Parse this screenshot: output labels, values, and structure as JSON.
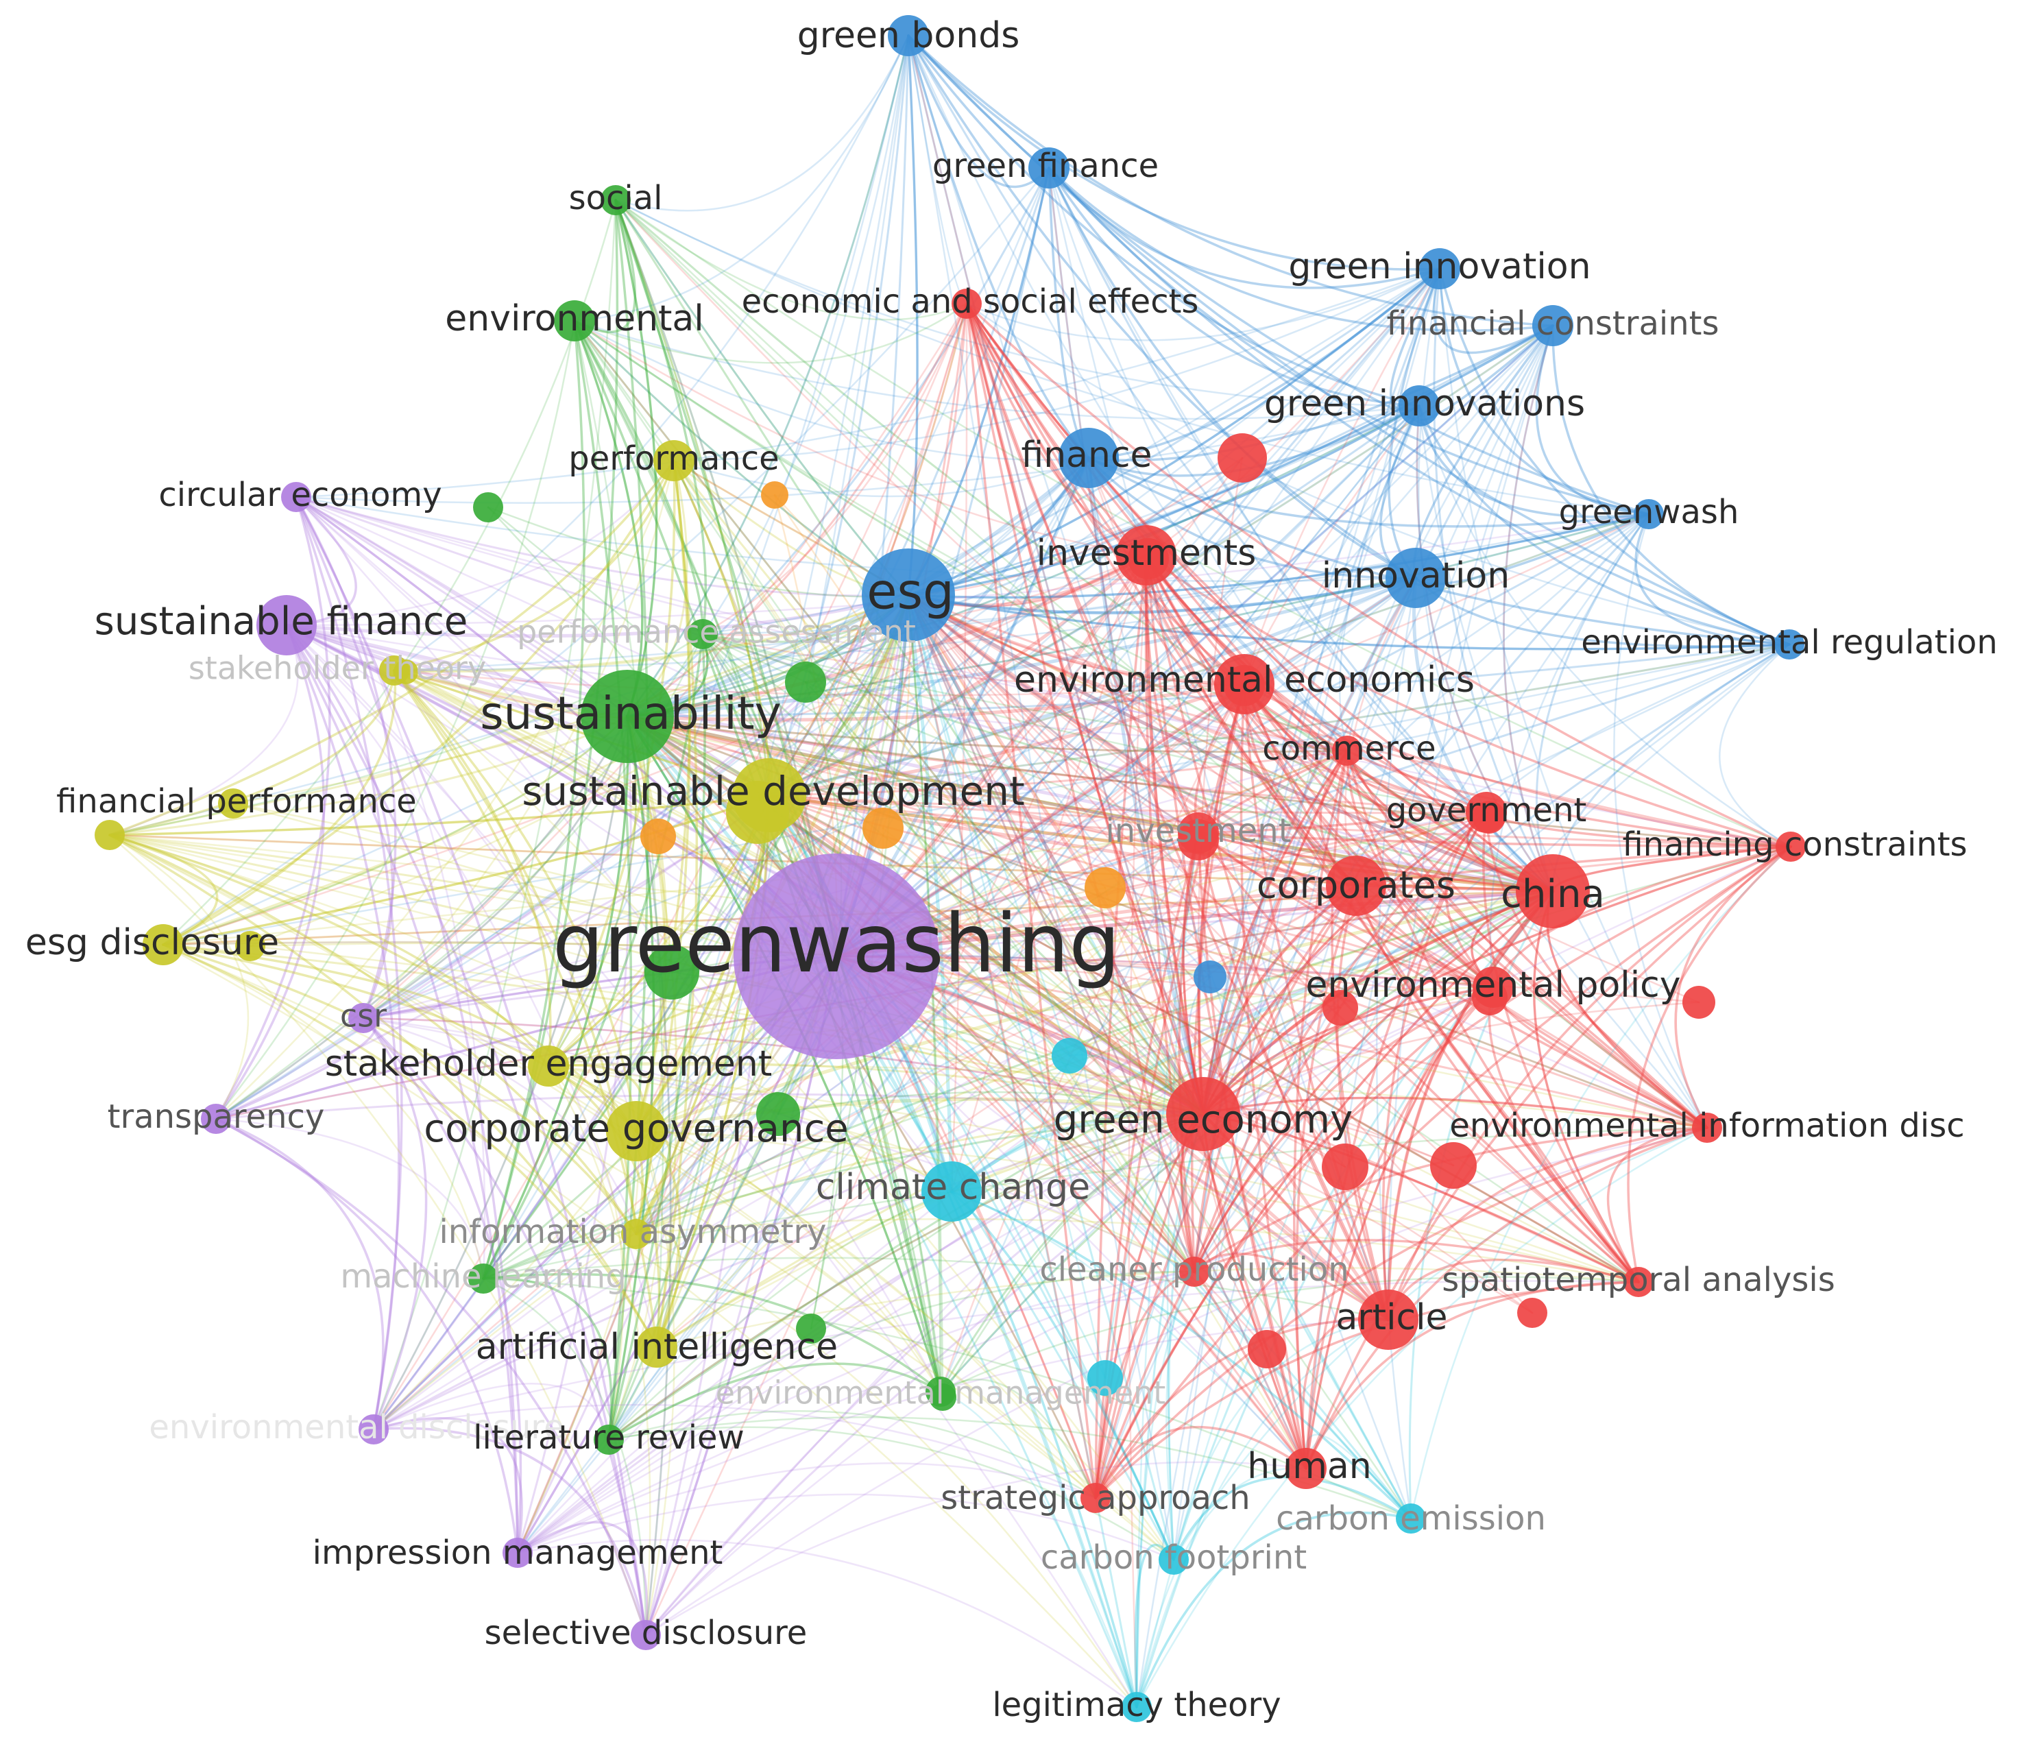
{
  "colors": {
    "red": "#ef4444",
    "blue": "#3d8fd6",
    "green": "#3aad3a",
    "yellow": "#c8c82a",
    "purple": "#b07ee0",
    "cyan": "#2ec4dc",
    "orange": "#f59a2a"
  },
  "nodes": [
    {
      "id": "greenwashing",
      "label": "greenwashing",
      "cluster": "purple",
      "weight": 10,
      "tone": "dark"
    },
    {
      "id": "esg",
      "label": "esg",
      "cluster": "blue",
      "weight": 6,
      "tone": "dark"
    },
    {
      "id": "sustainability",
      "label": "sustainability",
      "cluster": "green",
      "weight": 6,
      "tone": "dark"
    },
    {
      "id": "sustainable-development",
      "label": "sustainable development",
      "cluster": "yellow",
      "weight": 5,
      "tone": "dark"
    },
    {
      "id": "sustainable-finance",
      "label": "sustainable finance",
      "cluster": "purple",
      "weight": 4,
      "tone": "dark"
    },
    {
      "id": "china",
      "label": "china",
      "cluster": "red",
      "weight": 5,
      "tone": "dark"
    },
    {
      "id": "green-economy",
      "label": "green economy",
      "cluster": "red",
      "weight": 5,
      "tone": "dark"
    },
    {
      "id": "corporates",
      "label": "corporates",
      "cluster": "red",
      "weight": 4,
      "tone": "dark"
    },
    {
      "id": "environmental-economics",
      "label": "environmental economics",
      "cluster": "red",
      "weight": 4,
      "tone": "dark"
    },
    {
      "id": "finance",
      "label": "finance",
      "cluster": "blue",
      "weight": 4,
      "tone": "dark"
    },
    {
      "id": "innovation",
      "label": "innovation",
      "cluster": "blue",
      "weight": 4,
      "tone": "dark"
    },
    {
      "id": "investments",
      "label": "investments",
      "cluster": "red",
      "weight": 4,
      "tone": "dark"
    },
    {
      "id": "green-bonds",
      "label": "green bonds",
      "cluster": "blue",
      "weight": 3,
      "tone": "dark"
    },
    {
      "id": "green-finance",
      "label": "green finance",
      "cluster": "blue",
      "weight": 3,
      "tone": "dark"
    },
    {
      "id": "green-innovation",
      "label": "green innovation",
      "cluster": "blue",
      "weight": 3,
      "tone": "dark"
    },
    {
      "id": "financial-constraints",
      "label": "financial constraints",
      "cluster": "blue",
      "weight": 3,
      "tone": "mid"
    },
    {
      "id": "green-innovations",
      "label": "green innovations",
      "cluster": "blue",
      "weight": 3,
      "tone": "dark"
    },
    {
      "id": "greenwash",
      "label": "greenwash",
      "cluster": "blue",
      "weight": 2,
      "tone": "dark"
    },
    {
      "id": "environmental-regulation",
      "label": "environmental regulation",
      "cluster": "blue",
      "weight": 2,
      "tone": "dark"
    },
    {
      "id": "social",
      "label": "social",
      "cluster": "green",
      "weight": 2,
      "tone": "dark"
    },
    {
      "id": "environmental",
      "label": "environmental",
      "cluster": "green",
      "weight": 3,
      "tone": "dark"
    },
    {
      "id": "economic-and-social-effects",
      "label": "economic and social effects",
      "cluster": "red",
      "weight": 2,
      "tone": "dark"
    },
    {
      "id": "performance",
      "label": "performance",
      "cluster": "yellow",
      "weight": 3,
      "tone": "dark"
    },
    {
      "id": "circular-economy",
      "label": "circular economy",
      "cluster": "purple",
      "weight": 2,
      "tone": "dark"
    },
    {
      "id": "performance-assessment",
      "label": "performance assessment",
      "cluster": "green",
      "weight": 2,
      "tone": "faint"
    },
    {
      "id": "stakeholder-theory",
      "label": "stakeholder theory",
      "cluster": "yellow",
      "weight": 2,
      "tone": "faint"
    },
    {
      "id": "financial-performance",
      "label": "financial performance",
      "cluster": "yellow",
      "weight": 2,
      "tone": "dark"
    },
    {
      "id": "esg-disclosure",
      "label": "esg disclosure",
      "cluster": "yellow",
      "weight": 3,
      "tone": "dark"
    },
    {
      "id": "csr",
      "label": "csr",
      "cluster": "purple",
      "weight": 2,
      "tone": "mid"
    },
    {
      "id": "stakeholder-engagement",
      "label": "stakeholder engagement",
      "cluster": "yellow",
      "weight": 3,
      "tone": "dark"
    },
    {
      "id": "transparency",
      "label": "transparency",
      "cluster": "purple",
      "weight": 2,
      "tone": "mid"
    },
    {
      "id": "corporate-governance",
      "label": "corporate governance",
      "cluster": "yellow",
      "weight": 4,
      "tone": "dark"
    },
    {
      "id": "information-asymmetry",
      "label": "information asymmetry",
      "cluster": "yellow",
      "weight": 2,
      "tone": "light"
    },
    {
      "id": "machine-learning",
      "label": "machine learning",
      "cluster": "green",
      "weight": 2,
      "tone": "faint"
    },
    {
      "id": "artificial-intelligence",
      "label": "artificial intelligence",
      "cluster": "yellow",
      "weight": 3,
      "tone": "dark"
    },
    {
      "id": "environmental-disclosure",
      "label": "environmental disclosure",
      "cluster": "purple",
      "weight": 2,
      "tone": "vfaint"
    },
    {
      "id": "literature-review",
      "label": "literature review",
      "cluster": "green",
      "weight": 2,
      "tone": "dark"
    },
    {
      "id": "impression-management",
      "label": "impression management",
      "cluster": "purple",
      "weight": 2,
      "tone": "dark"
    },
    {
      "id": "selective-disclosure",
      "label": "selective disclosure",
      "cluster": "purple",
      "weight": 2,
      "tone": "dark"
    },
    {
      "id": "legitimacy-theory",
      "label": "legitimacy theory",
      "cluster": "cyan",
      "weight": 2,
      "tone": "dark"
    },
    {
      "id": "climate-change",
      "label": "climate change",
      "cluster": "cyan",
      "weight": 4,
      "tone": "mid"
    },
    {
      "id": "environmental-management",
      "label": "environmental management",
      "cluster": "green",
      "weight": 2,
      "tone": "faint"
    },
    {
      "id": "strategic-approach",
      "label": "strategic approach",
      "cluster": "red",
      "weight": 2,
      "tone": "mid"
    },
    {
      "id": "carbon-footprint",
      "label": "carbon footprint",
      "cluster": "cyan",
      "weight": 2,
      "tone": "light"
    },
    {
      "id": "carbon-emission",
      "label": "carbon emission",
      "cluster": "cyan",
      "weight": 2,
      "tone": "light"
    },
    {
      "id": "human",
      "label": "human",
      "cluster": "red",
      "weight": 3,
      "tone": "dark"
    },
    {
      "id": "article",
      "label": "article",
      "cluster": "red",
      "weight": 4,
      "tone": "dark"
    },
    {
      "id": "spatiotemporal-analysis",
      "label": "spatiotemporal analysis",
      "cluster": "red",
      "weight": 2,
      "tone": "mid"
    },
    {
      "id": "cleaner-production",
      "label": "cleaner production",
      "cluster": "red",
      "weight": 2,
      "tone": "light"
    },
    {
      "id": "environmental-information-disc",
      "label": "environmental information disc",
      "cluster": "red",
      "weight": 2,
      "tone": "dark"
    },
    {
      "id": "environmental-policy",
      "label": "environmental policy",
      "cluster": "red",
      "weight": 3,
      "tone": "dark"
    },
    {
      "id": "financing-constraints",
      "label": "financing constraints",
      "cluster": "red",
      "weight": 2,
      "tone": "dark"
    },
    {
      "id": "government",
      "label": "government",
      "cluster": "red",
      "weight": 3,
      "tone": "dark"
    },
    {
      "id": "commerce",
      "label": "commerce",
      "cluster": "red",
      "weight": 2,
      "tone": "dark"
    },
    {
      "id": "investment",
      "label": "investment",
      "cluster": "red",
      "weight": 3,
      "tone": "light"
    }
  ]
}
